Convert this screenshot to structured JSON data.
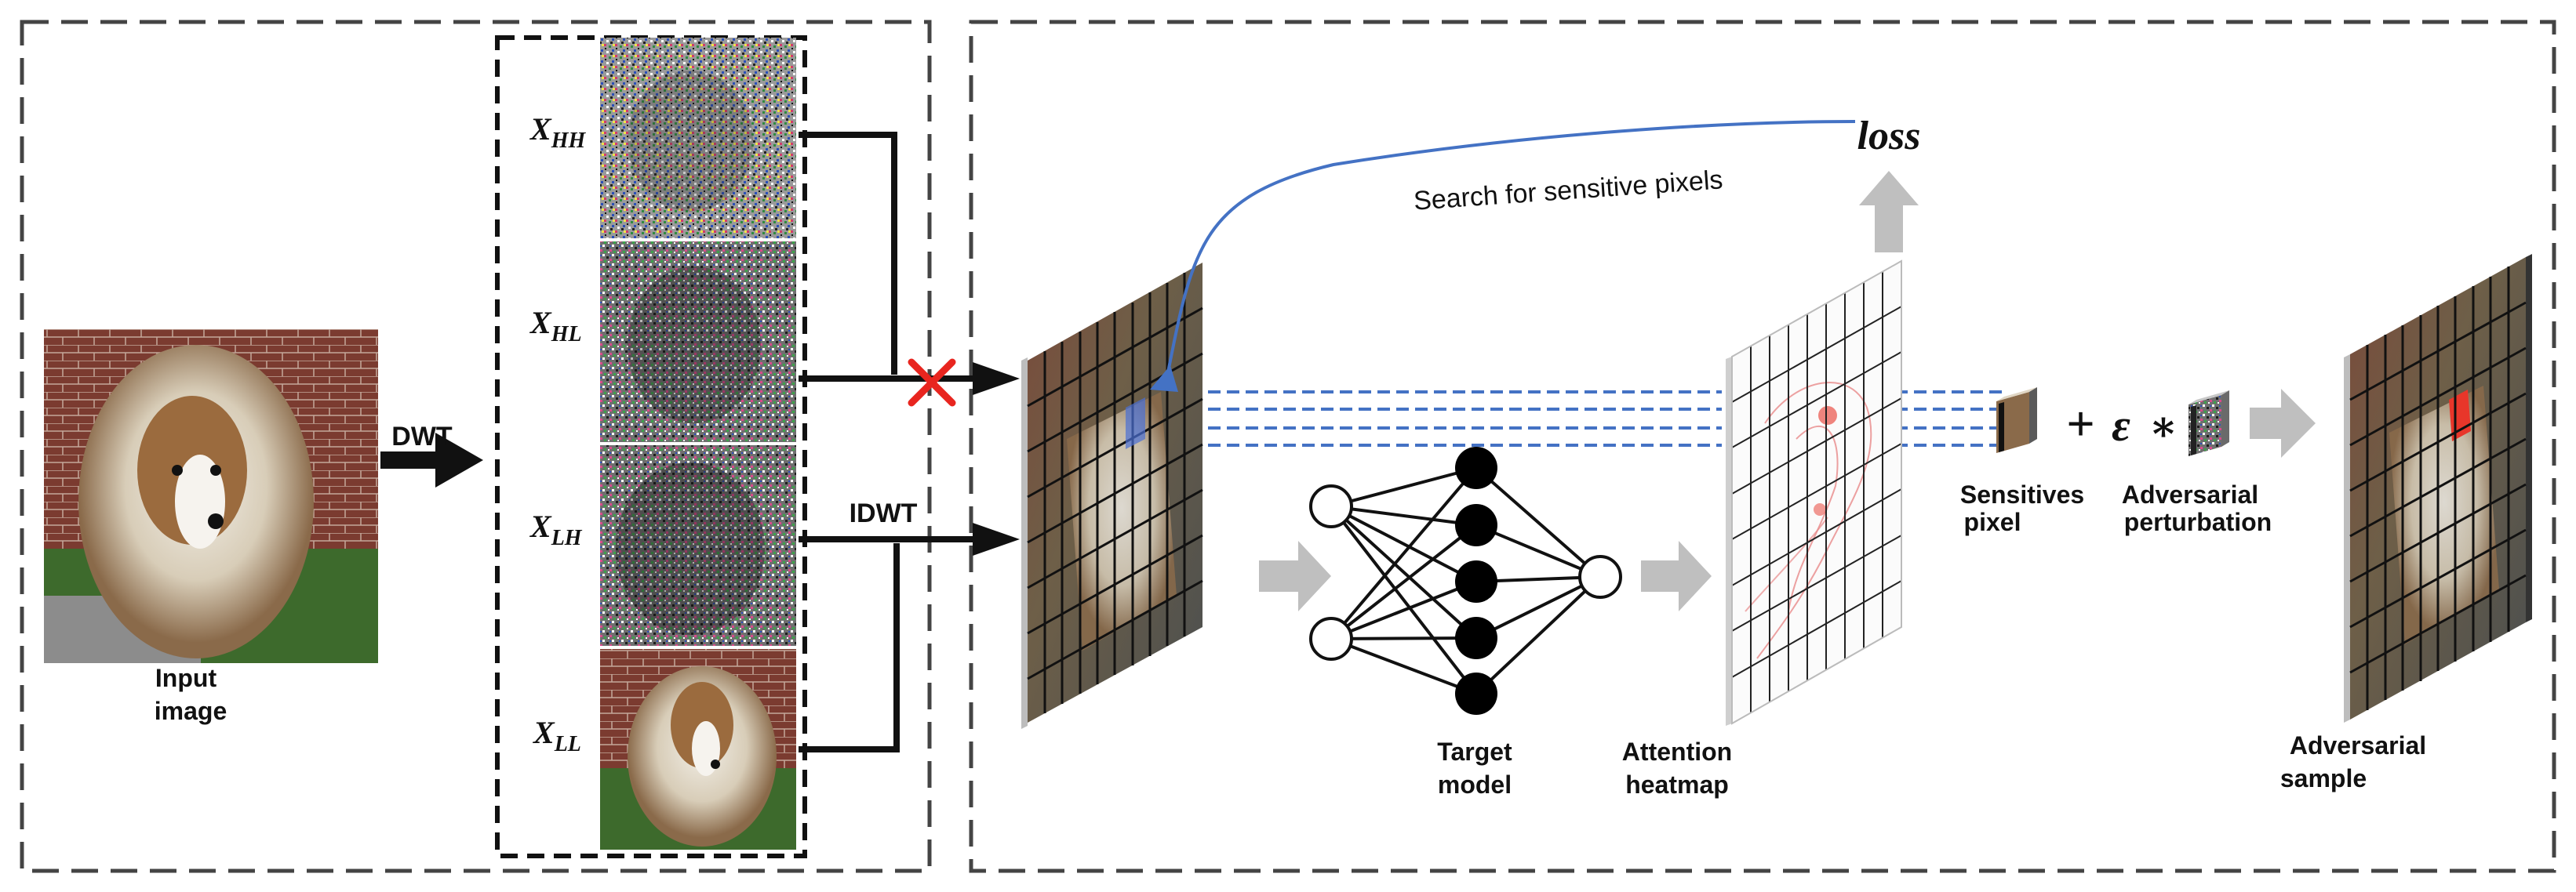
{
  "labels": {
    "input_image_1": "Input",
    "input_image_2": "image",
    "dwt": "DWT",
    "idwt": "IDWT",
    "target_model_1": "Target",
    "target_model_2": "model",
    "attention_1": "Attention",
    "attention_2": "heatmap",
    "sensitive_1": "Sensitives",
    "sensitive_2": "pixel",
    "perturbation_1": "Adversarial",
    "perturbation_2": "perturbation",
    "adv_sample_1": "Adversarial",
    "adv_sample_2": "sample",
    "search": "Search for sensitive pixels",
    "loss": "loss"
  },
  "subbands": [
    {
      "base": "X",
      "sub": "HH"
    },
    {
      "base": "X",
      "sub": "HL"
    },
    {
      "base": "X",
      "sub": "LH"
    },
    {
      "base": "X",
      "sub": "LL"
    }
  ],
  "formula": {
    "plus": "+",
    "epsilon": "ε",
    "times": "∗"
  },
  "colors": {
    "blue": "#4472c4",
    "red_x": "#e8251f",
    "gray_arrow": "#bfbfbf",
    "highlight": "#e8362a"
  }
}
